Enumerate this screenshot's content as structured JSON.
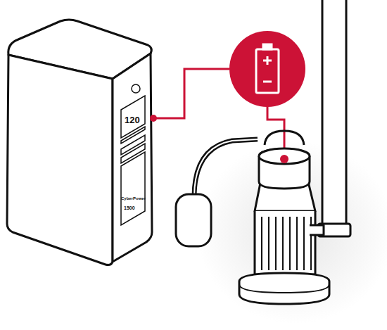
{
  "diagram": {
    "labels": [
      "120",
      "CyberPower",
      "1500"
    ]
  }
}
